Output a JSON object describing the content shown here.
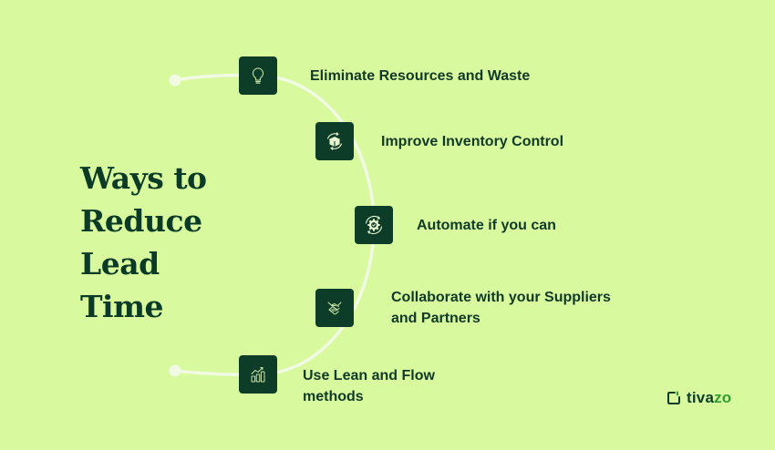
{
  "title": {
    "lines": [
      "Ways to",
      "Reduce Lead",
      "Time"
    ]
  },
  "steps": [
    {
      "icon": "lightbulb-icon",
      "lines": [
        "Eliminate Resources and Waste"
      ]
    },
    {
      "icon": "inventory-box-cycle-icon",
      "lines": [
        "Improve Inventory Control"
      ]
    },
    {
      "icon": "gear-check-cycle-icon",
      "lines": [
        "Automate if you can"
      ]
    },
    {
      "icon": "handshake-icon",
      "lines": [
        "Collaborate with your Suppliers",
        "and Partners"
      ]
    },
    {
      "icon": "growth-chart-icon",
      "lines": [
        "Use Lean and Flow",
        "methods"
      ]
    }
  ],
  "brand": {
    "name_dark": "tiva",
    "name_accent": "zo",
    "icon": "tivazo-logo-icon"
  },
  "colors": {
    "background": "#d8f99e",
    "box": "#0d3d28",
    "text": "#103a27",
    "arc": "#f1fbe4",
    "brand_accent": "#2f9e2f"
  }
}
